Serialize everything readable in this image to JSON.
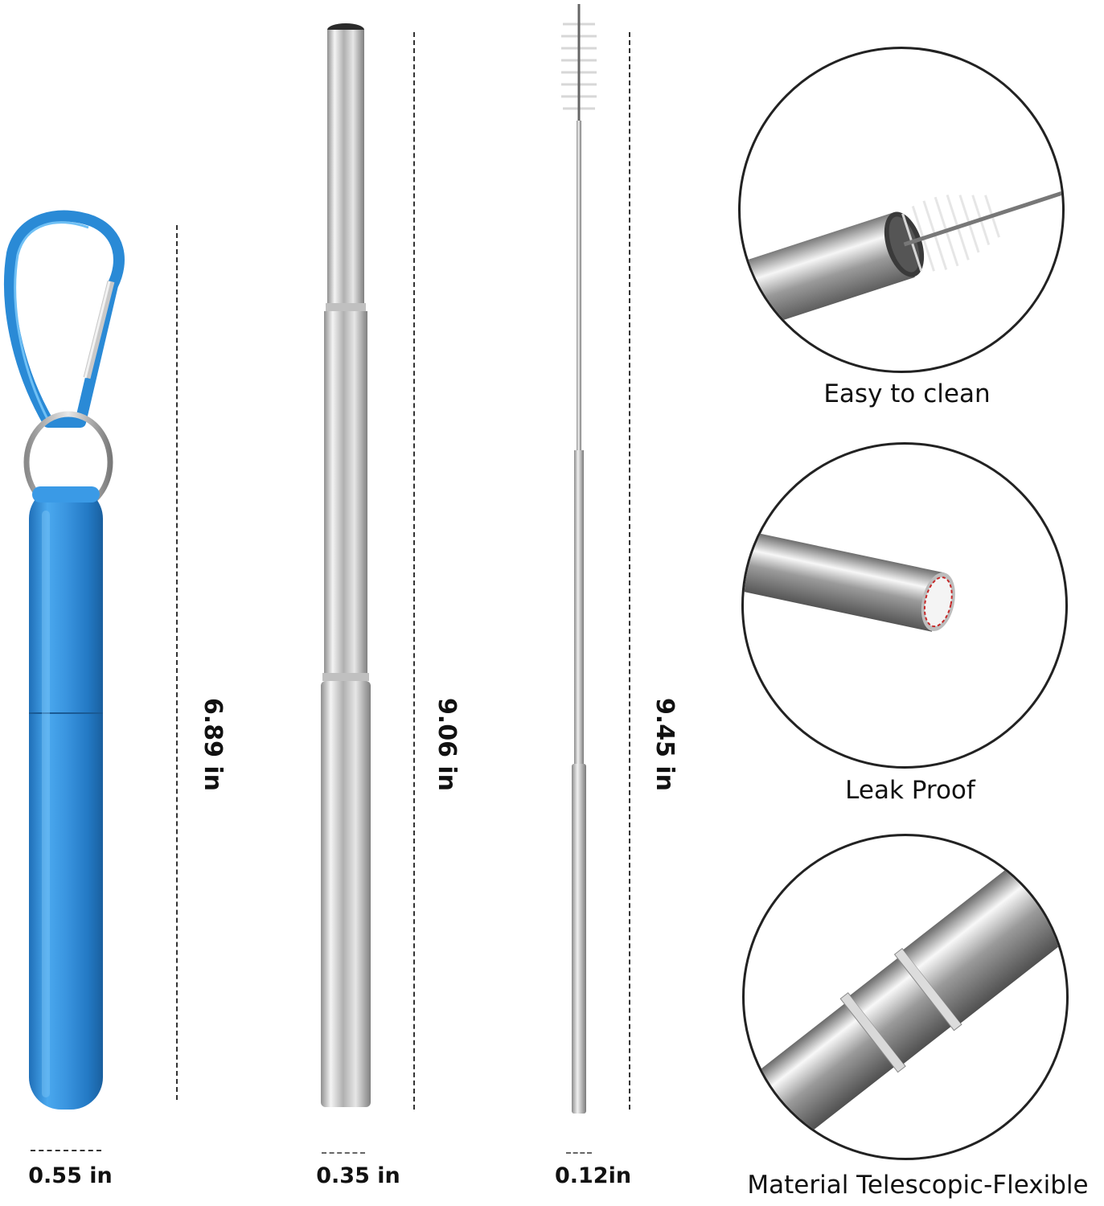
{
  "dimensions": {
    "height_label": [
      "6.89 in",
      "9.06 in",
      "9.45 in"
    ],
    "width_label": [
      "0.55 in",
      "0.35 in",
      "0.12in"
    ]
  },
  "features": [
    {
      "caption": "Easy  to  clean",
      "icon": "brush-cleaning-closeup-icon"
    },
    {
      "caption": "Leak Proof",
      "icon": "straw-opening-closeup-icon"
    },
    {
      "caption": "Material  Telescopic-Flexible",
      "icon": "telescopic-joint-closeup-icon"
    }
  ],
  "colors": {
    "case_blue": "#2f8fd8",
    "steel": "#c8c8c8",
    "text": "#111111"
  }
}
